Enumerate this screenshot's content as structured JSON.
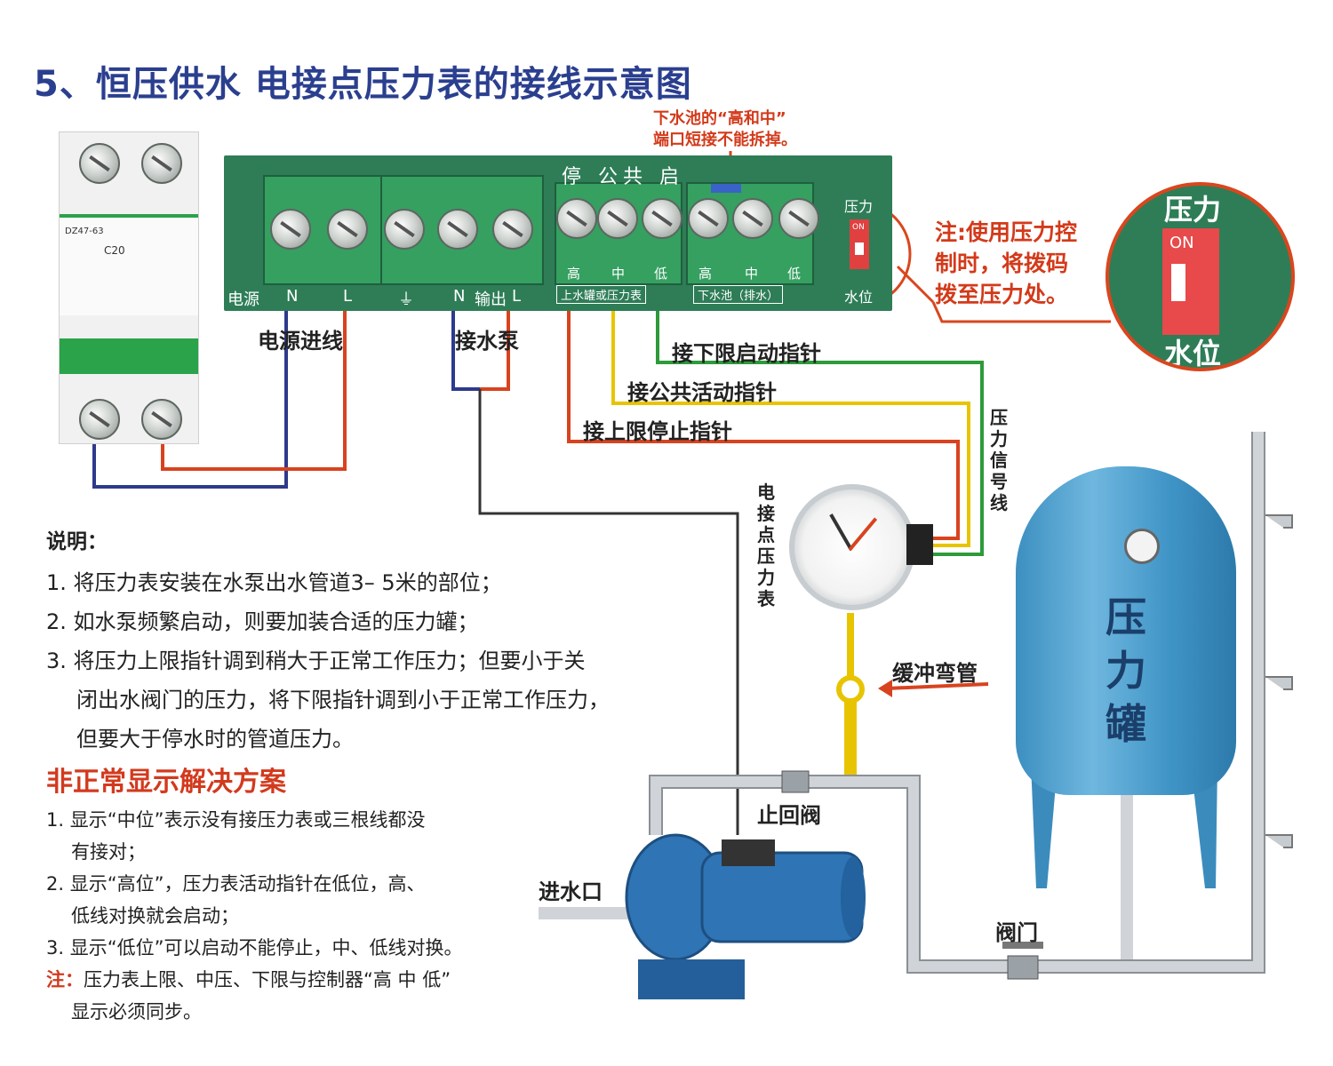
{
  "title": "5、恒压供水 电接点压力表的接线示意图",
  "top_note": [
    "下水池的“高和中”",
    "端口短接不能拆掉。"
  ],
  "board": {
    "signal_header": "停 公共 启",
    "left_labels": [
      "电源",
      "N",
      "L",
      "⏚",
      "N",
      "输出",
      "L"
    ],
    "upper_cols": [
      "高",
      "中",
      "低"
    ],
    "upper_caption": "上水罐或压力表",
    "lower_cols": [
      "高",
      "中",
      "低"
    ],
    "lower_caption": "下水池（排水）",
    "switch_top": "压力",
    "switch_bottom": "水位",
    "switch_on": "ON"
  },
  "breaker": {
    "model": "DZ47-63",
    "rating": "C20"
  },
  "callout": [
    "注:使用压力控",
    "制时，将拨码",
    "拨至压力处。"
  ],
  "zoom": {
    "top": "压力",
    "on": "ON",
    "bottom": "水位"
  },
  "wire_labels": {
    "power_in": "电源进线",
    "pump": "接水泵",
    "lower_start": "接下限启动指针",
    "common": "接公共活动指针",
    "upper_stop": "接上限停止指针",
    "signal_line": "压力信号线",
    "gauge": "电接点压力表",
    "buffer": "缓冲弯管",
    "check_valve": "止回阀",
    "inlet": "进水口",
    "valve": "阀门"
  },
  "tank_label": [
    "压",
    "力",
    "罐"
  ],
  "notes": {
    "heading": "说明：",
    "items": [
      "1. 将压力表安装在水泵出水管道3– 5米的部位；",
      "2. 如水泵频繁启动，则要加装合适的压力罐；",
      "3. 将压力上限指针调到稍大于正常工作压力；但要小于关",
      "闭出水阀门的压力，将下限指针调到小于正常工作压力，",
      "但要大于停水时的管道压力。"
    ]
  },
  "solutions": {
    "title": "非正常显示解决方案",
    "items": [
      "1. 显示“中位”表示没有接压力表或三根线都没",
      "有接对；",
      "2. 显示“高位”，压力表活动指针在低位，高、",
      "低线对换就会启动；",
      "3. 显示“低位”可以启动不能停止，中、低线对换。"
    ],
    "note_prefix": "注：",
    "note_text": "压力表上限、中压、下限与控制器“高 中 低”",
    "note_text2": "显示必须同步。"
  },
  "colors": {
    "title": "#2b3f8f",
    "board": "#2e7d57",
    "wire_red": "#d8431f",
    "wire_blue": "#2e3a8c",
    "wire_yellow": "#e8c400",
    "wire_green": "#2d9b3a",
    "tank": "#4a9fd0"
  }
}
